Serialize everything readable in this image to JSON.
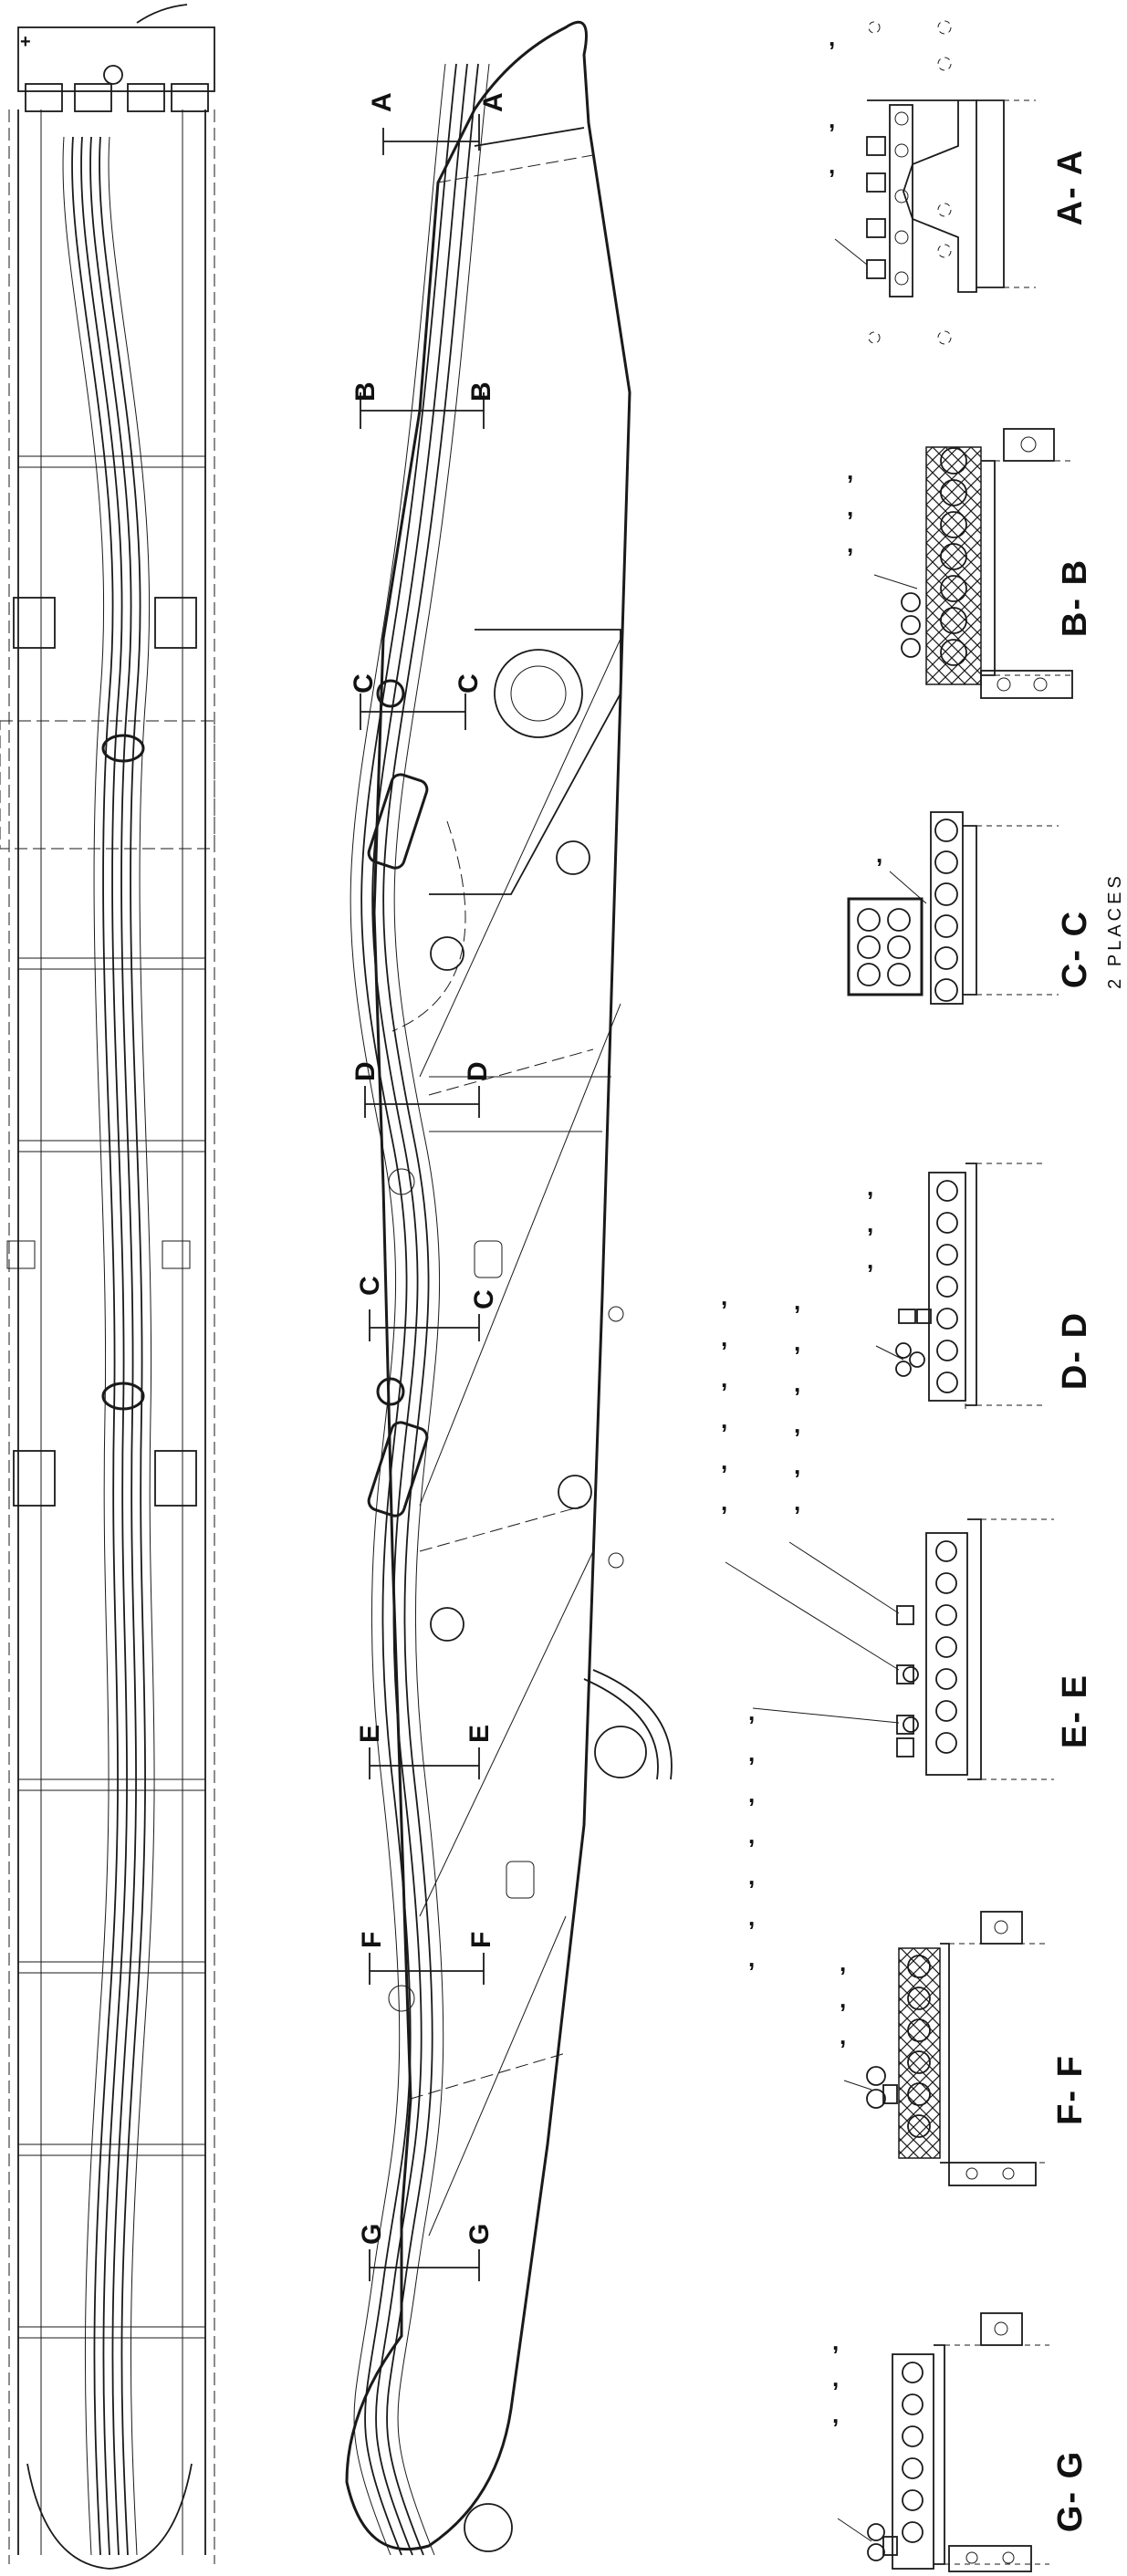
{
  "section_markers": [
    {
      "id": "A",
      "labels": [
        "A",
        "A"
      ]
    },
    {
      "id": "B",
      "labels": [
        "B",
        "B"
      ]
    },
    {
      "id": "C1",
      "labels": [
        "C",
        "C"
      ]
    },
    {
      "id": "D",
      "labels": [
        "D",
        "D"
      ]
    },
    {
      "id": "C2",
      "labels": [
        "C",
        "C"
      ]
    },
    {
      "id": "E",
      "labels": [
        "E",
        "E"
      ]
    },
    {
      "id": "F",
      "labels": [
        "F",
        "F"
      ]
    },
    {
      "id": "G",
      "labels": [
        "G",
        "G"
      ]
    }
  ],
  "section_views": {
    "aa": {
      "title": "A- A"
    },
    "bb": {
      "title": "B- B"
    },
    "cc": {
      "title": "C- C",
      "note": "2 PLACES"
    },
    "dd": {
      "title": "D- D"
    },
    "ee": {
      "title": "E- E"
    },
    "ff": {
      "title": "F- F"
    },
    "gg": {
      "title": "G- G"
    }
  },
  "callout_mark": ","
}
